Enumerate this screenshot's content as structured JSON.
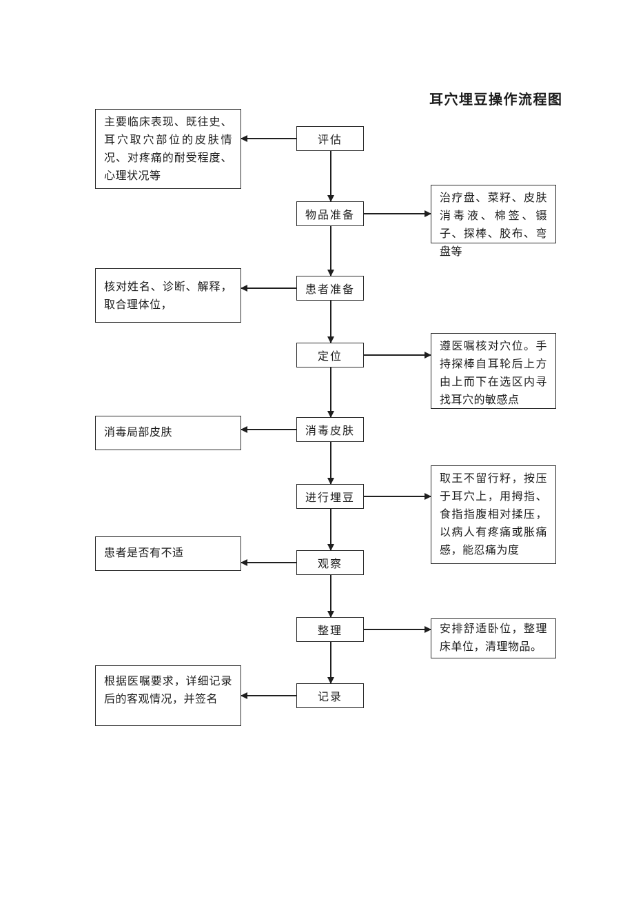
{
  "title": "耳穴埋豆操作流程图",
  "colors": {
    "background": "#ffffff",
    "border": "#2a2a2a",
    "line": "#1f1f1f",
    "text": "#1c1c1c"
  },
  "flow": {
    "center": [
      {
        "label": "评估"
      },
      {
        "label": "物品准备"
      },
      {
        "label": "患者准备"
      },
      {
        "label": "定位"
      },
      {
        "label": "消毒皮肤"
      },
      {
        "label": "进行埋豆"
      },
      {
        "label": "观察"
      },
      {
        "label": "整理"
      },
      {
        "label": "记录"
      }
    ],
    "left_notes": [
      {
        "attached_to": "评估",
        "text": "主要临床表现、既往史、耳穴取穴部位的皮肤情况、对疼痛的耐受程度、心理状况等"
      },
      {
        "attached_to": "患者准备",
        "text": "核对姓名、诊断、解释，取合理体位，"
      },
      {
        "attached_to": "消毒皮肤",
        "text": "消毒局部皮肤"
      },
      {
        "attached_to": "观察",
        "text": "患者是否有不适"
      },
      {
        "attached_to": "记录",
        "text": "根据医嘱要求，详细记录后的客观情况，并签名"
      }
    ],
    "right_notes": [
      {
        "attached_to": "物品准备",
        "text": "治疗盘、菜籽、皮肤消毒液、棉签、镊子、探棒、胶布、弯盘等"
      },
      {
        "attached_to": "定位",
        "text": "遵医嘱核对穴位。手持探棒自耳轮后上方由上而下在选区内寻找耳穴的敏感点"
      },
      {
        "attached_to": "进行埋豆",
        "text": "取王不留行籽，按压于耳穴上，用拇指、食指指腹相对揉压，以病人有疼痛或胀痛感，能忍痛为度"
      },
      {
        "attached_to": "整理",
        "text": "安排舒适卧位，整理床单位，清理物品。"
      }
    ]
  }
}
